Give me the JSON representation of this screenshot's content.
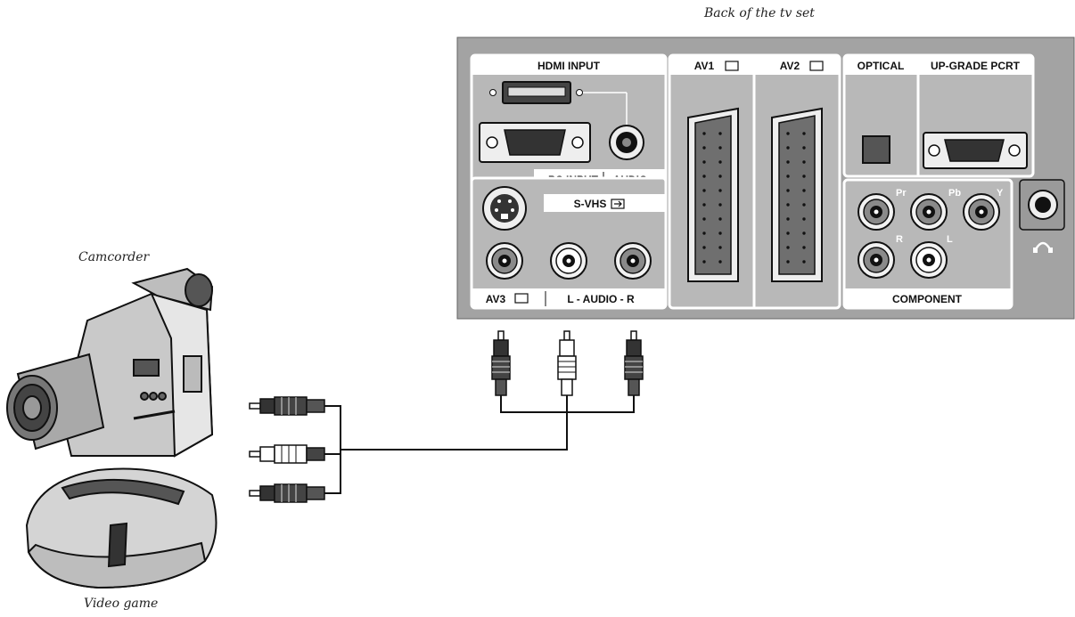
{
  "captions": {
    "back_of_tv": "Back of the tv set",
    "camcorder": "Camcorder",
    "video_game": "Video game"
  },
  "panel_labels": {
    "hdmi_input": "HDMI INPUT",
    "pc_input": "PC INPUT",
    "audio": "AUDIO",
    "svhs": "S-VHS",
    "av3": "AV3",
    "l_audio_r": "L - AUDIO - R",
    "av1": "AV1",
    "av2": "AV2",
    "optical": "OPTICAL",
    "upgrade_port": "UP-GRADE PCRT",
    "pr": "Pr",
    "pb": "Pb",
    "y": "Y",
    "r": "R",
    "l": "L",
    "component": "COMPONENT"
  },
  "colors": {
    "panel": "#a3a3a3",
    "panel_dark": "#7d7d7d",
    "section": "#b8b8b8",
    "stroke": "#111111"
  },
  "icons": [
    "headphone-icon",
    "input-arrow-icon",
    "camcorder-icon",
    "game-console-icon",
    "rca-plug-icon"
  ]
}
